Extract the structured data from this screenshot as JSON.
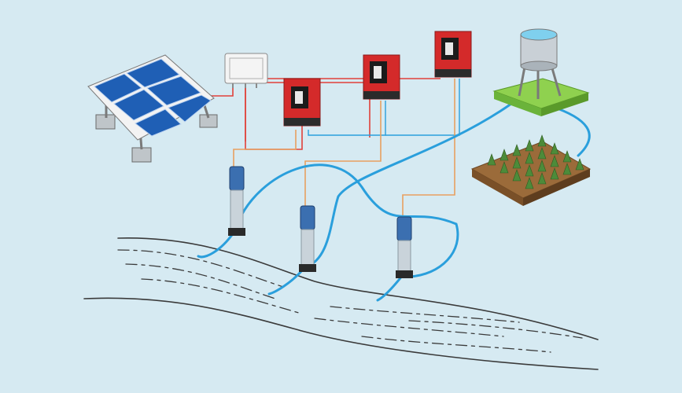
{
  "colors": {
    "background": "#d6eaf2",
    "water_pipe": "#2a9fdc",
    "power_wire": "#e0403a",
    "signal_wire": "#e8a060",
    "control_box": "#d42a2a",
    "control_base": "#2b2b2b",
    "solar_cell": "#1f5fb5",
    "pump_motor": "#3b6fb0",
    "pump_body": "#c9d3da",
    "tank_platform": "#8fd14f",
    "field_soil": "#9b6b3a",
    "tree": "#4d8b3a",
    "river_line": "#3a3a3a"
  },
  "components": [
    {
      "id": "solar-array",
      "icon": "solar-panel-icon"
    },
    {
      "id": "junction-box",
      "icon": "junction-box-icon"
    },
    {
      "id": "pump-controller-1",
      "icon": "controller-icon"
    },
    {
      "id": "pump-controller-2",
      "icon": "controller-icon"
    },
    {
      "id": "pump-controller-3",
      "icon": "controller-icon"
    },
    {
      "id": "submersible-pump-1",
      "icon": "pump-icon"
    },
    {
      "id": "submersible-pump-2",
      "icon": "pump-icon"
    },
    {
      "id": "submersible-pump-3",
      "icon": "pump-icon"
    },
    {
      "id": "water-tower",
      "icon": "water-tower-icon"
    },
    {
      "id": "crop-field",
      "icon": "crop-field-icon"
    },
    {
      "id": "river",
      "icon": "river-icon"
    }
  ]
}
